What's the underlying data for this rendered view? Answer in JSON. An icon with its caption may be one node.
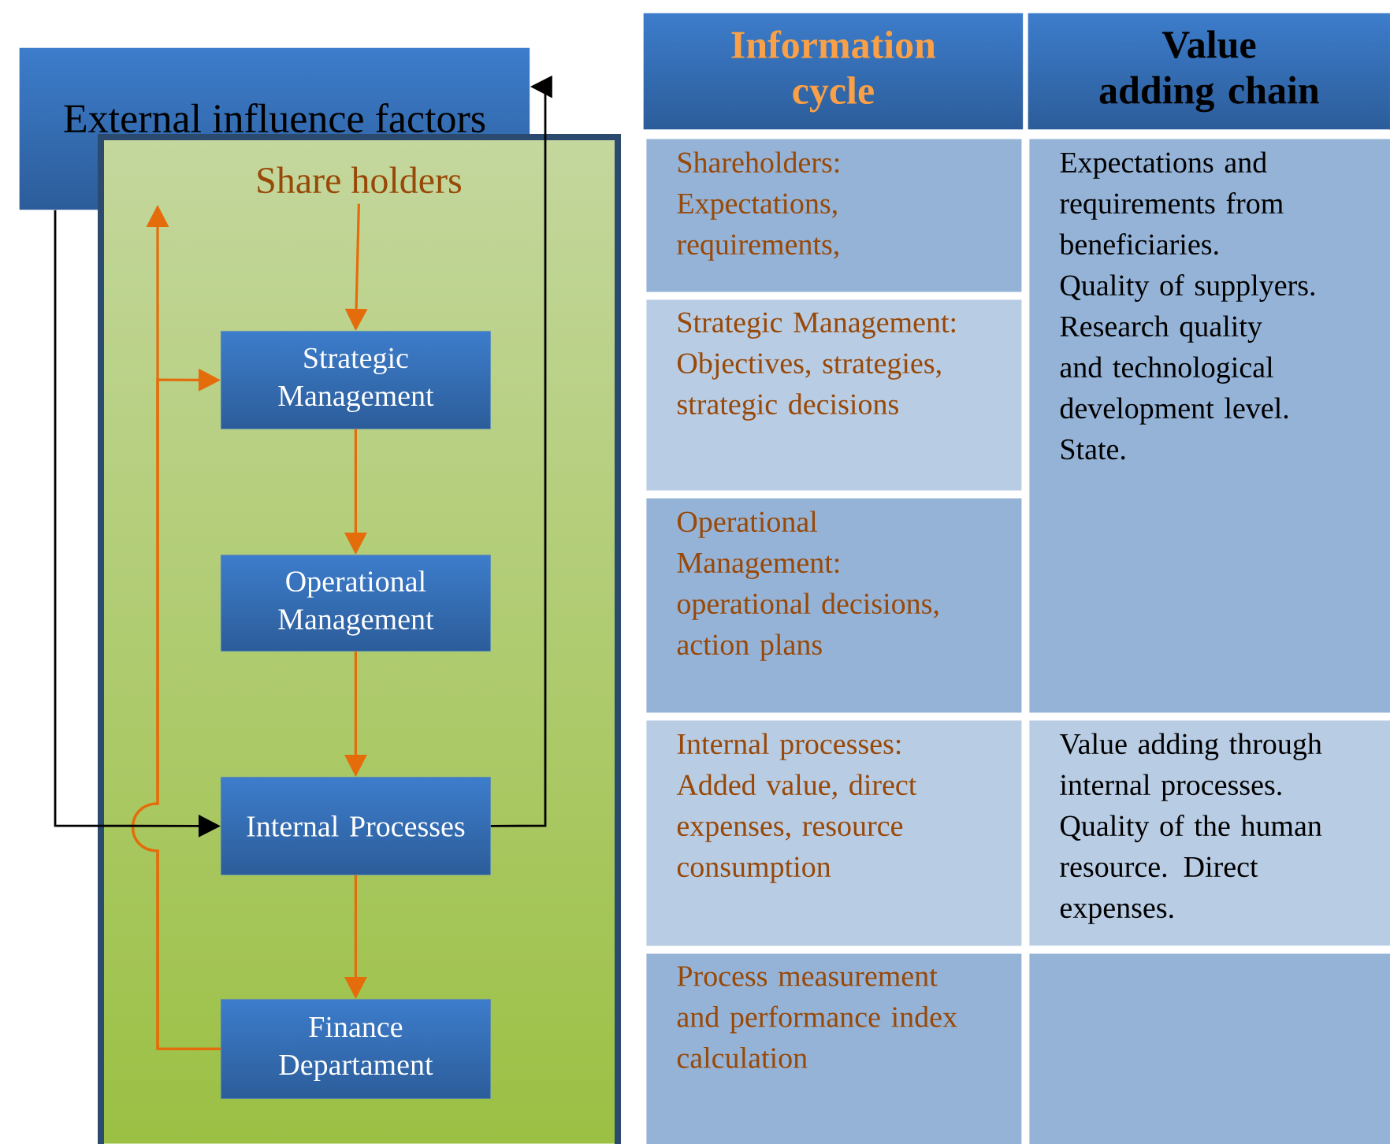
{
  "diagram": {
    "nodes": [
      {
        "text": [
          "External influence factors"
        ]
      },
      {
        "text": [],
        "shape": "box"
      },
      {
        "text": [
          "Share holders"
        ],
        "in": 1
      },
      {
        "text": [
          "Strategic Management"
        ],
        "in": 1
      },
      {
        "text": [
          "Operational Management"
        ],
        "in": 1
      },
      {
        "text": [
          "Internal Processes"
        ],
        "in": 1
      },
      {
        "text": [
          "Finance Departament"
        ],
        "in": 1
      },
      {
        "text": [
          "Information cycle"
        ]
      },
      {
        "text": [
          "Value adding chain"
        ]
      },
      {
        "text": [
          "Shareholders: Expectations, requirements,"
        ]
      },
      {
        "text": [
          "Expectations and requirements from beneficiaries. Quality of supplyers. Research quality and technological development level. State."
        ]
      },
      {
        "text": [
          "Strategic Management: Objectives, strategies, strategic decisions"
        ]
      },
      {
        "text": [
          "Operational Management: operational decisions, action plans"
        ]
      },
      {
        "text": [
          "Internal processes: Added value, direct expenses, resource consumption"
        ]
      },
      {
        "text": [
          "Value adding through internal processes. Quality of the human resource. Direct expenses."
        ]
      },
      {
        "text": [
          "Process measurement and performance index calculation"
        ]
      },
      {
        "text": [],
        "shape": "box"
      }
    ],
    "edges": [
      {
        "from": 2,
        "to": 3,
        "arrow": "to"
      },
      {
        "from": 3,
        "to": 4,
        "arrow": "to"
      },
      {
        "from": 4,
        "to": 5,
        "arrow": "to"
      },
      {
        "from": 5,
        "to": 6,
        "arrow": "to"
      },
      {
        "from": 6,
        "to": 3,
        "arrow": "to"
      },
      {
        "from": 6,
        "to": null,
        "arrow": "to"
      },
      {
        "from": 0,
        "to": 5,
        "arrow": "to",
        "color": "#000000"
      },
      {
        "from": 5,
        "to": 0,
        "arrow": "to",
        "color": "#000000"
      }
    ]
  }
}
